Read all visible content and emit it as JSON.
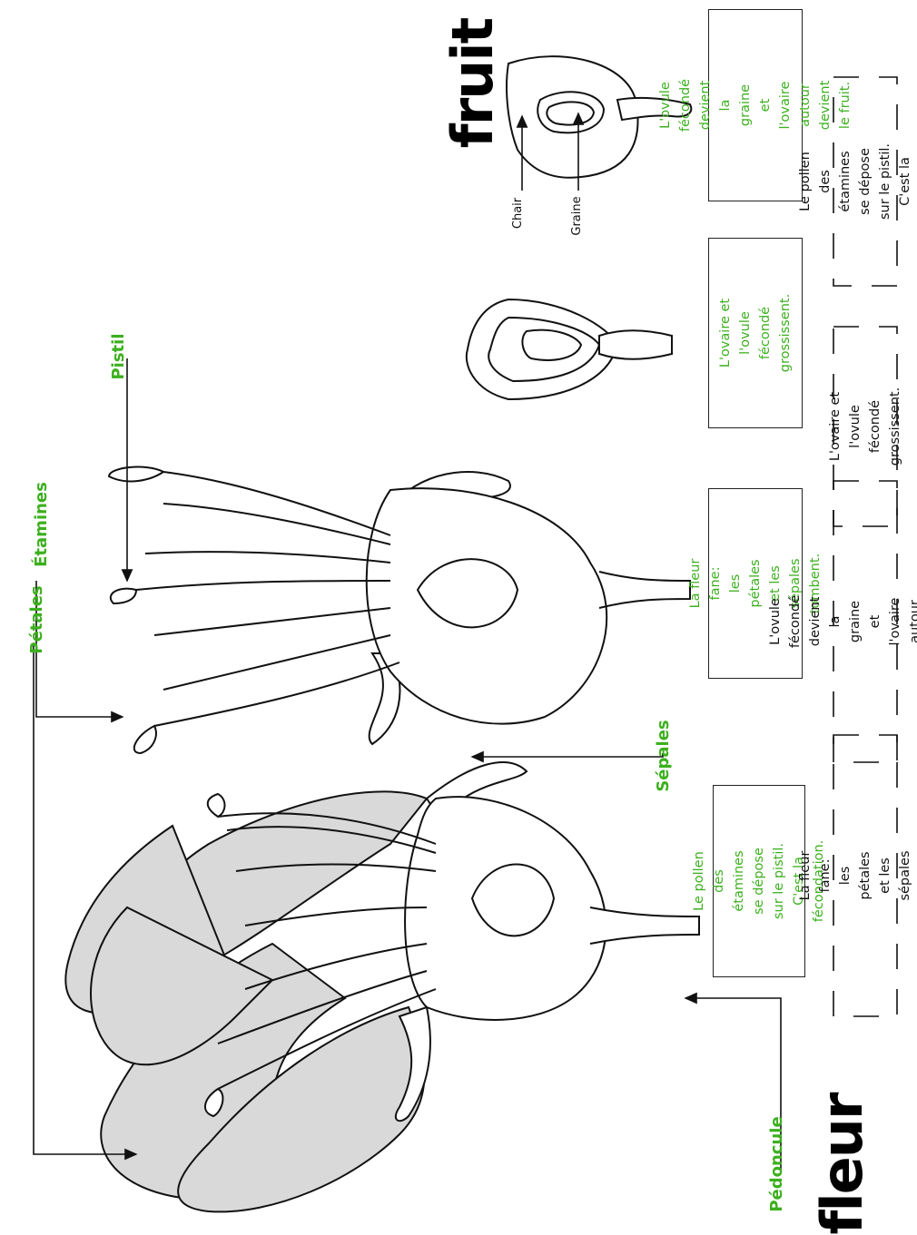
{
  "titles": {
    "flower": "fleur",
    "fruit": "fruit"
  },
  "labels": {
    "petales": "Pétales",
    "pedoncule": "Pédoncule",
    "sepales": "Sépales",
    "etamines": "Étamines",
    "pistil": "Pistil",
    "chair": "Chair",
    "graine": "Graine"
  },
  "green_boxes": [
    {
      "text": "Le pollen des étamines\nse dépose sur le pistil.\nC'est la fécondation."
    },
    {
      "text": "La fleur fane:\nles pétales et les sépales\ntombent."
    },
    {
      "text": "L'ovaire et l'ovule\nfécondé grossissent."
    },
    {
      "text": "L'ovule fécondé devient\nla graine et l'ovaire\nautour devient le fruit."
    }
  ],
  "cut_boxes": [
    {
      "text": "La fleur fane:\nles pétales et les sépales\ntombent."
    },
    {
      "text": "L'ovule fécondé devient\nla graine et l'ovaire\nautour devient le fruit."
    },
    {
      "text": "L'ovaire et l'ovule\nfécondé grossissent."
    },
    {
      "text": "Le pollen des étamines\nse dépose sur le pistil.\nC'est la fécondation."
    }
  ],
  "colors": {
    "label_green": "#3cb01e",
    "petal_fill": "#d9d9d9",
    "line": "#111111"
  }
}
